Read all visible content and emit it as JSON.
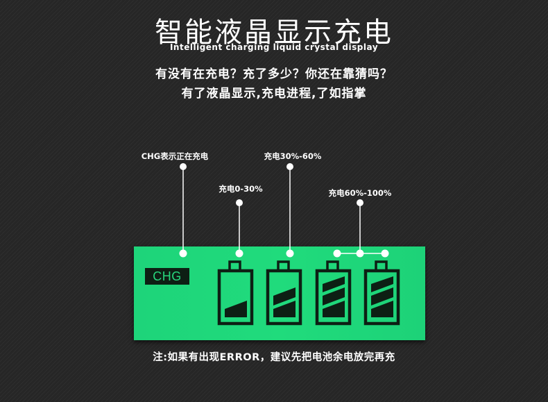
{
  "header": {
    "title": "智能液晶显示充电",
    "subtitle": "Intelligent charging liquid crystal display",
    "question": "有没有在充电？充了多少？你还在靠猜吗？",
    "answer": "有了液晶显示,充电进程,了如指掌"
  },
  "callouts": {
    "chg": "CHG表示正在充电",
    "level_low": "充电0-30%",
    "level_mid": "充电30%-60%",
    "level_high": "充电60%-100%"
  },
  "display": {
    "chg_label": "CHG",
    "battery_levels_percent": [
      30,
      60,
      100,
      100
    ],
    "panel_color": "#1ed47a",
    "segment_color": "#0d1f14"
  },
  "footer": {
    "note": "注:如果有出现ERROR，建议先把电池余电放完再充"
  }
}
